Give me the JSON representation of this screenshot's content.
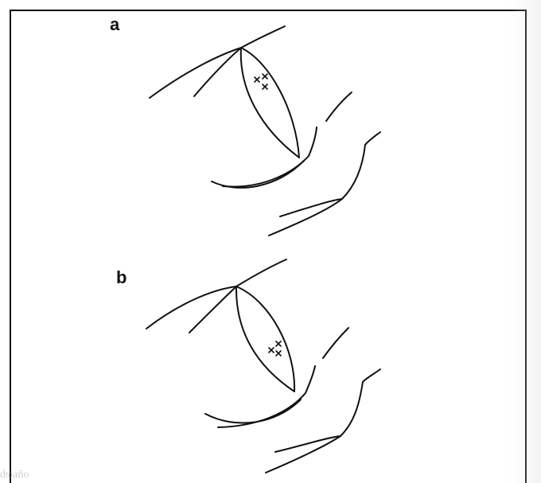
{
  "figure": {
    "panels": [
      {
        "label": "a"
      },
      {
        "label": "b"
      }
    ],
    "bleed_through_text": {
      "bottom_left": "dsiaño"
    }
  }
}
